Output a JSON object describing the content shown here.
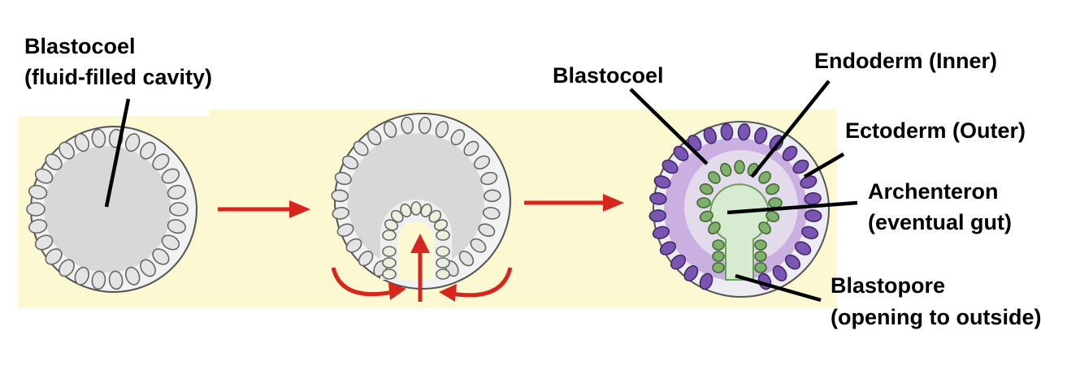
{
  "labels": {
    "blastocoel_stage1": [
      "Blastocoel",
      "(fluid-filled cavity)"
    ],
    "blastocoel_stage3": "Blastocoel",
    "endoderm": "Endoderm (Inner)",
    "ectoderm": "Ectoderm (Outer)",
    "archenteron": [
      "Archenteron",
      "(eventual gut)"
    ],
    "blastopore": [
      "Blastopore",
      "(opening to outside)"
    ]
  },
  "colors": {
    "panel_background": "#fbf8d2",
    "cell_fill": "#e4e4e4",
    "cell_stroke": "#666666",
    "cavity_fill": "#d8d8d8",
    "arrow": "#d7261e",
    "ectoderm_cell": "#7b55b3",
    "ectoderm_zone": "#c9b0e0",
    "endoderm_cell": "#7fb06c",
    "archenteron_fill": "#d6ebd0"
  }
}
